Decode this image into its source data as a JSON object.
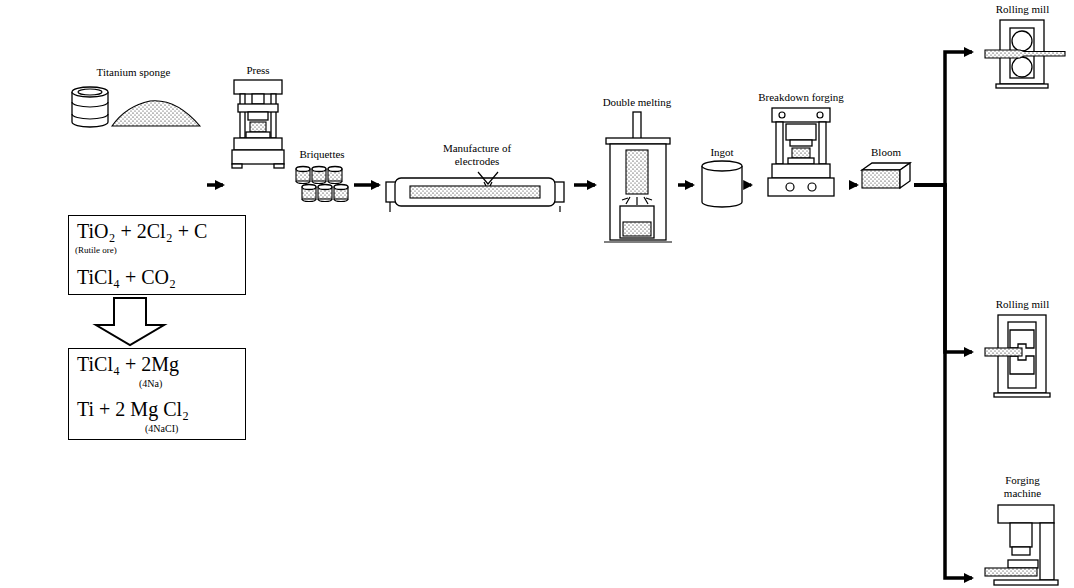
{
  "diagram": {
    "nodes": [
      {
        "text": [
          "Titanium sponge"
        ]
      },
      {
        "text": [
          "TiO₂ + 2Cl₂ + C",
          "(Rutile ore)",
          "TiCl₄ + CO₂"
        ]
      },
      {
        "text": [
          "TiCl₄ + 2Mg",
          "(4Na)",
          "Ti + 2 Mg Cl₂",
          "(4NaCI)"
        ]
      },
      {
        "text": [
          "Press"
        ]
      },
      {
        "text": [
          "Briquettes"
        ]
      },
      {
        "text": [
          "Manufacture of electrodes"
        ]
      },
      {
        "text": [
          "Double melting"
        ]
      },
      {
        "text": [
          "Ingot"
        ]
      },
      {
        "text": [
          "Breakdown forging"
        ]
      },
      {
        "text": [
          "Bloom"
        ]
      },
      {
        "text": [
          "Rolling mill"
        ]
      },
      {
        "text": [
          "Rolling mill"
        ]
      },
      {
        "text": [
          "Forging machine"
        ]
      }
    ],
    "edges": [
      {
        "from": 0,
        "to": 3,
        "arrow": "to"
      },
      {
        "from": 1,
        "to": 2,
        "arrow": "to"
      },
      {
        "from": 4,
        "to": 5,
        "arrow": "to"
      },
      {
        "from": 5,
        "to": 6,
        "arrow": "to"
      },
      {
        "from": 6,
        "to": 7,
        "arrow": "to"
      },
      {
        "from": 7,
        "to": 8,
        "arrow": "to"
      },
      {
        "from": 8,
        "to": 9,
        "arrow": "to"
      },
      {
        "from": 9,
        "to": 10,
        "arrow": "to"
      },
      {
        "from": 9,
        "to": 11,
        "arrow": "to"
      },
      {
        "from": 9,
        "to": 12,
        "arrow": "to"
      }
    ]
  }
}
